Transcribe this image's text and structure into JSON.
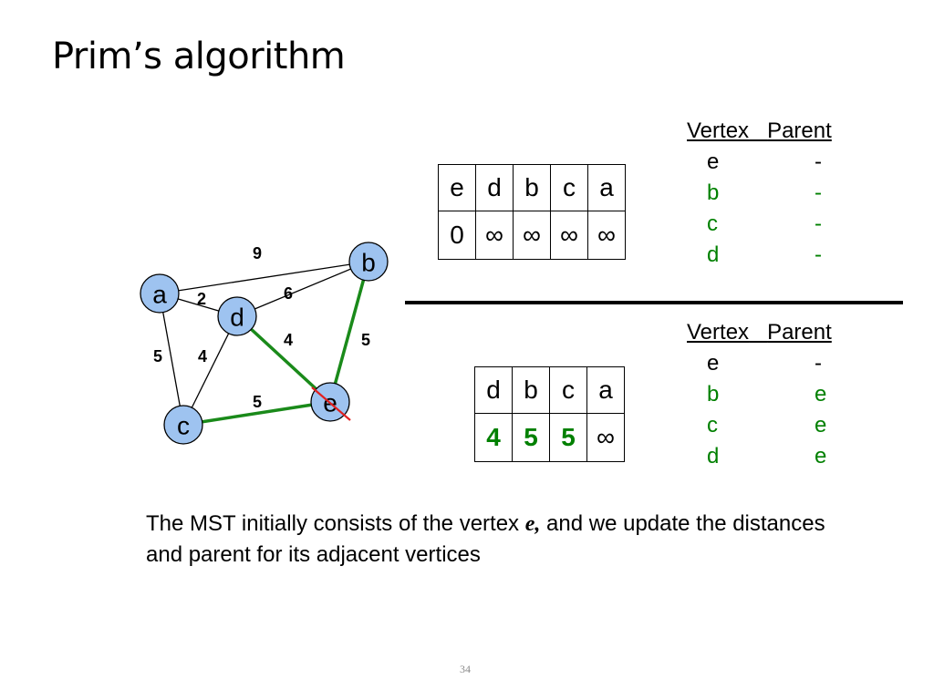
{
  "slide": {
    "title": "Prim’s algorithm",
    "page_number": "34"
  },
  "graph": {
    "vertices": [
      {
        "id": "a",
        "label": "a"
      },
      {
        "id": "b",
        "label": "b"
      },
      {
        "id": "c",
        "label": "c"
      },
      {
        "id": "d",
        "label": "d"
      },
      {
        "id": "e",
        "label": "e"
      }
    ],
    "edges": [
      {
        "from": "a",
        "to": "b",
        "weight": "9",
        "in_tree": false
      },
      {
        "from": "a",
        "to": "d",
        "weight": "2",
        "in_tree": false
      },
      {
        "from": "d",
        "to": "b",
        "weight": "6",
        "in_tree": false
      },
      {
        "from": "a",
        "to": "c",
        "weight": "5",
        "in_tree": false
      },
      {
        "from": "d",
        "to": "c",
        "weight": "4",
        "in_tree": false
      },
      {
        "from": "d",
        "to": "e",
        "weight": "4",
        "in_tree": true
      },
      {
        "from": "b",
        "to": "e",
        "weight": "5",
        "in_tree": true
      },
      {
        "from": "c",
        "to": "e",
        "weight": "5",
        "in_tree": true
      }
    ],
    "removed_vertex": "e",
    "colors": {
      "vertex_fill": "#9ec3f0",
      "tree_edge": "#1a8a1a",
      "normal_edge": "#000000",
      "strike": "#e02020"
    }
  },
  "queue_before": {
    "vertices": [
      "e",
      "d",
      "b",
      "c",
      "a"
    ],
    "distances": [
      "0",
      "∞",
      "∞",
      "∞",
      "∞"
    ]
  },
  "queue_after": {
    "vertices": [
      "d",
      "b",
      "c",
      "a"
    ],
    "distances": [
      "4",
      "5",
      "5",
      "∞"
    ],
    "updated": [
      true,
      true,
      true,
      false
    ]
  },
  "parent_table_before": {
    "header_vertex": "Vertex",
    "header_parent": "Parent",
    "rows": [
      {
        "vertex": "e",
        "parent": "-",
        "highlight": false
      },
      {
        "vertex": "b",
        "parent": "-",
        "highlight": true
      },
      {
        "vertex": "c",
        "parent": "-",
        "highlight": true
      },
      {
        "vertex": "d",
        "parent": "-",
        "highlight": true
      }
    ]
  },
  "parent_table_after": {
    "header_vertex": "Vertex",
    "header_parent": "Parent",
    "rows": [
      {
        "vertex": "e",
        "parent": "-",
        "highlight": false
      },
      {
        "vertex": "b",
        "parent": "e",
        "highlight": true
      },
      {
        "vertex": "c",
        "parent": "e",
        "highlight": true
      },
      {
        "vertex": "d",
        "parent": "e",
        "highlight": true
      }
    ]
  },
  "caption": {
    "before": "The MST initially consists of the vertex ",
    "var": "e,",
    "after": " and we update the distances and parent for its adjacent vertices"
  }
}
